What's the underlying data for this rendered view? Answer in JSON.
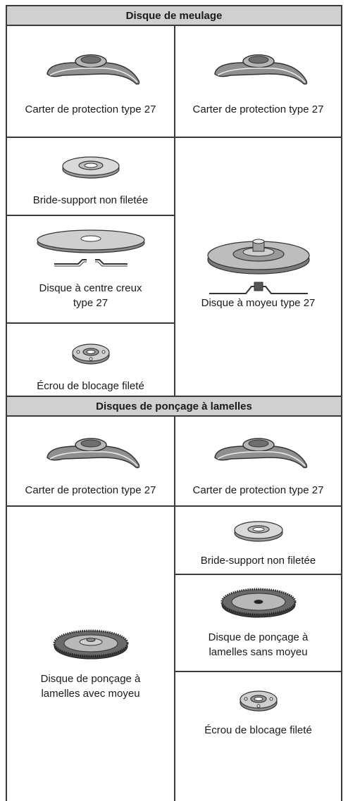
{
  "section1": {
    "title": "Disque de meulage",
    "guard_left": "Carter de protection type 27",
    "guard_right": "Carter de protection type 27",
    "backing_flange": "Bride-support non filetée",
    "depressed_disc": "Disque à centre creux type 27",
    "hub_disc": "Disque à moyeu type 27",
    "lock_nut": "Écrou de blocage fileté"
  },
  "section2": {
    "title": "Disques de ponçage à lamelles",
    "guard_left": "Carter de protection type 27",
    "guard_right": "Carter de protection type 27",
    "flap_disc_hub": "Disque de ponçage à lamelles avec moyeu",
    "backing_flange": "Bride-support non filetée",
    "flap_disc_no_hub": "Disque de ponçage à lamelles sans moyeu",
    "lock_nut": "Écrou de blocage fileté"
  }
}
